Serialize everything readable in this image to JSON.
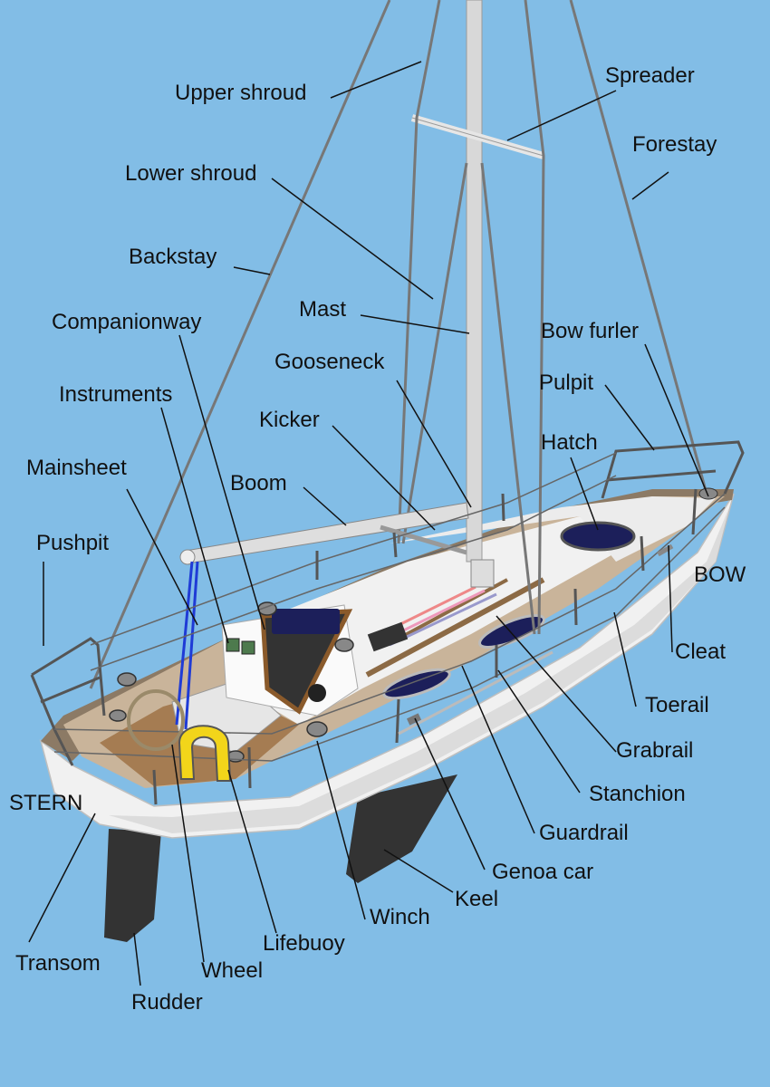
{
  "labels": {
    "upper_shroud": "Upper shroud",
    "spreader": "Spreader",
    "forestay": "Forestay",
    "lower_shroud": "Lower shroud",
    "backstay": "Backstay",
    "mast": "Mast",
    "companionway": "Companionway",
    "bow_furler": "Bow furler",
    "gooseneck": "Gooseneck",
    "pulpit": "Pulpit",
    "instruments": "Instruments",
    "kicker": "Kicker",
    "hatch": "Hatch",
    "mainsheet": "Mainsheet",
    "boom": "Boom",
    "pushpit": "Pushpit",
    "bow": "BOW",
    "cleat": "Cleat",
    "toerail": "Toerail",
    "grabrail": "Grabrail",
    "stanchion": "Stanchion",
    "stern": "STERN",
    "guardrail": "Guardrail",
    "genoa_car": "Genoa car",
    "keel": "Keel",
    "winch": "Winch",
    "lifebuoy": "Lifebuoy",
    "transom": "Transom",
    "wheel": "Wheel",
    "rudder": "Rudder"
  },
  "colors": {
    "background": "#82bde6",
    "hull": "#f1f1f1",
    "deck_wood": "#c9b49a",
    "keel": "#333333",
    "lifebuoy": "#f2d51a",
    "mainsheet": "#1f3bd6",
    "portlight": "#1c1f5a"
  }
}
